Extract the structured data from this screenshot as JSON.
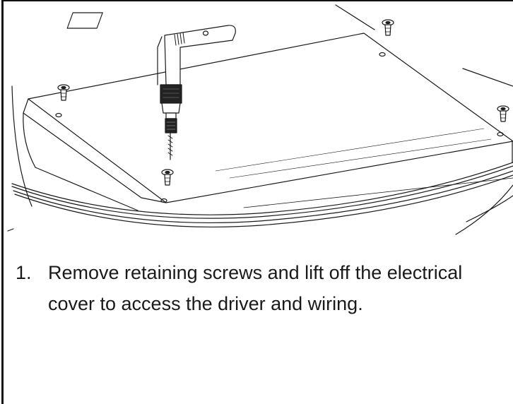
{
  "instruction": {
    "step_number": "1.",
    "text": "Remove retaining screws and lift off the electrical cover to access the driver and wiring."
  },
  "illustration": {
    "objects": [
      "electric-drill",
      "retaining-screws",
      "electrical-cover",
      "fixture-housing"
    ],
    "colors": {
      "line": "#1a1a1a",
      "fill": "#ffffff",
      "dark": "#222222"
    }
  }
}
